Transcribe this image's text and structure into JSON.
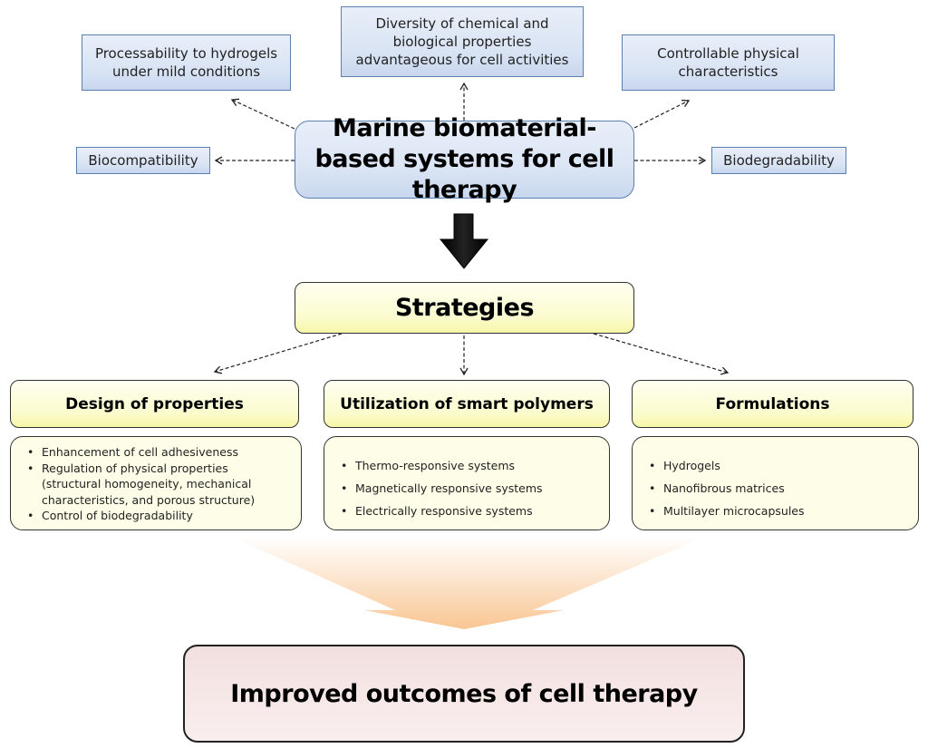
{
  "title": "Marine biomaterial-based systems for cell therapy",
  "properties": {
    "processability": "Processability to hydrogels under mild conditions",
    "diversity": "Diversity of chemical and biological properties advantageous for cell activities",
    "controllable": "Controllable physical characteristics",
    "biocompatibility": "Biocompatibility",
    "biodegradability": "Biodegradability"
  },
  "strategies": {
    "label": "Strategies",
    "columns": [
      {
        "header": "Design of properties",
        "items": [
          "Enhancement of cell adhesiveness",
          "Regulation of physical properties (structural homogeneity, mechanical characteristics, and porous structure)",
          "Control of biodegradability"
        ]
      },
      {
        "header": "Utilization of smart polymers",
        "items": [
          "Thermo-responsive systems",
          "Magnetically responsive systems",
          "Electrically responsive systems"
        ]
      },
      {
        "header": "Formulations",
        "items": [
          "Hydrogels",
          "Nanofibrous matrices",
          "Multilayer microcapsules"
        ]
      }
    ]
  },
  "outcome": "Improved outcomes of cell therapy",
  "colors": {
    "property_box": "#d7e2f3",
    "property_border": "#5d7fae",
    "strategy_box": "#fbfbce",
    "outcome_box": "#f6e6e6",
    "funnel_arrow": "#f9c896"
  }
}
